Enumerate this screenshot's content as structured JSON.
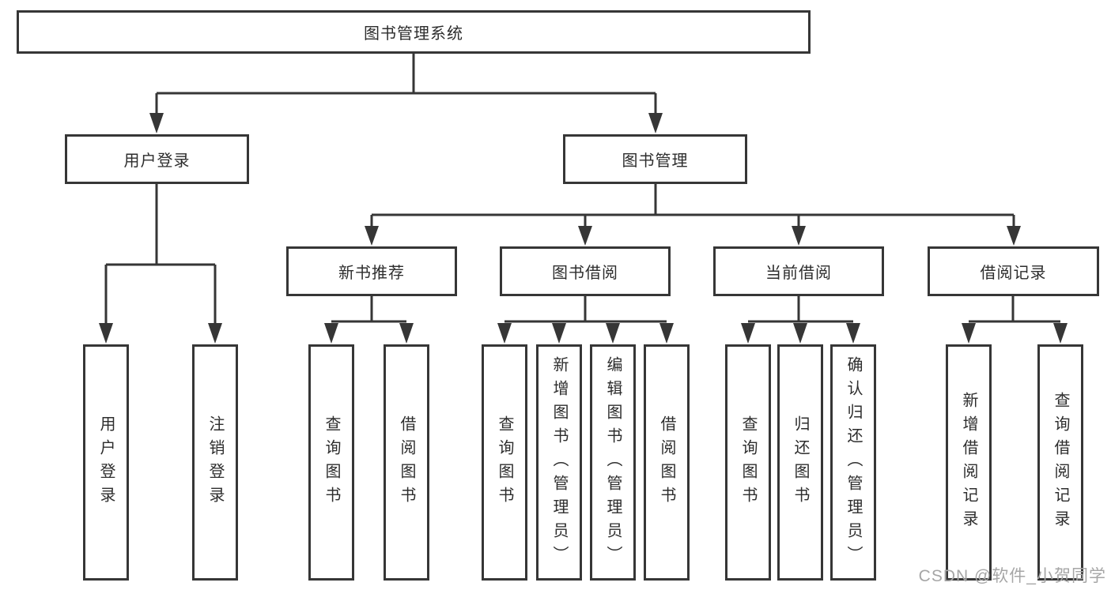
{
  "diagram": {
    "root": {
      "label": "图书管理系统"
    },
    "branches": [
      {
        "label": "用户登录",
        "children": [
          {
            "label": "用户登录"
          },
          {
            "label": "注销登录"
          }
        ]
      },
      {
        "label": "图书管理",
        "children": [
          {
            "label": "新书推荐",
            "children": [
              {
                "label": "查询图书"
              },
              {
                "label": "借阅图书"
              }
            ]
          },
          {
            "label": "图书借阅",
            "children": [
              {
                "label": "查询图书"
              },
              {
                "label": "新增图书（管理员）"
              },
              {
                "label": "编辑图书（管理员）"
              },
              {
                "label": "借阅图书"
              }
            ]
          },
          {
            "label": "当前借阅",
            "children": [
              {
                "label": "查询图书"
              },
              {
                "label": "归还图书"
              },
              {
                "label": "确认归还（管理员）"
              }
            ]
          },
          {
            "label": "借阅记录",
            "children": [
              {
                "label": "新增借阅记录"
              },
              {
                "label": "查询借阅记录"
              }
            ]
          }
        ]
      }
    ]
  },
  "colors": {
    "line": "#363636",
    "text": "#2d2d2d",
    "watermark": "#a6a6a6"
  },
  "watermark": "CSDN @软件_小贺同学"
}
